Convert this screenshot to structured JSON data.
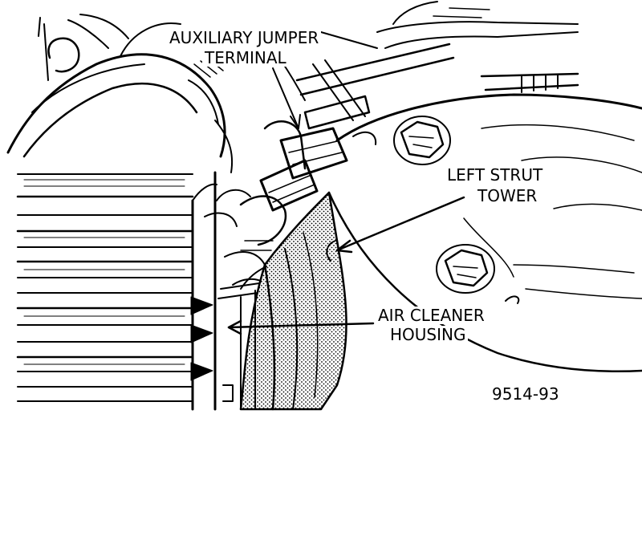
{
  "labels": {
    "auxiliary_jumper_terminal": [
      "AUXILIARY JUMPER",
      "TERMINAL"
    ],
    "left_strut_tower": [
      "LEFT STRUT",
      "TOWER"
    ],
    "air_cleaner_housing": [
      "AIR CLEANER",
      "HOUSING"
    ]
  },
  "figure_code": "9514-93",
  "colors": {
    "ink": "#000000",
    "paper": "#ffffff"
  }
}
